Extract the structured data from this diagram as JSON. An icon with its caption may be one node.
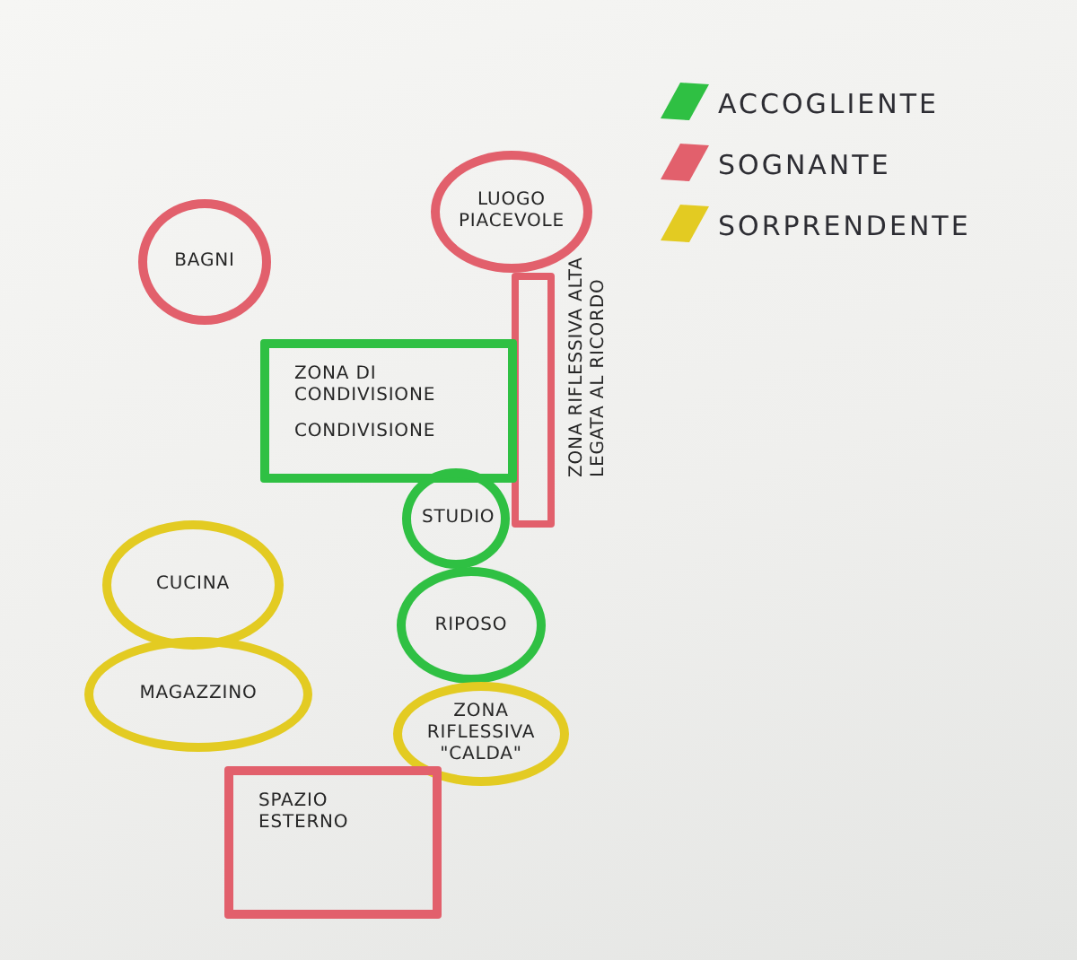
{
  "diagram": {
    "nodes": [
      {
        "text": [
          "LUOGO PIACEVOLE"
        ]
      },
      {
        "text": [
          "BAGNI"
        ]
      },
      {
        "text": [
          "ZONA RIFLESSIVA ALTA LEGATA AL RICORDO"
        ]
      },
      {
        "text": [
          "ZONA DI CONDIVISIONE",
          "CONDIVISIONE"
        ]
      },
      {
        "text": [
          "STUDIO"
        ]
      },
      {
        "text": [
          "CUCINA"
        ]
      },
      {
        "text": [
          "RIPOSO"
        ]
      },
      {
        "text": [
          "MAGAZZINO"
        ]
      },
      {
        "text": [
          "ZONA RIFLESSIVA \"CALDA\""
        ]
      },
      {
        "text": [
          "SPAZIO ESTERNO"
        ]
      }
    ],
    "legend": [
      {
        "text": "ACCOGLIENTE",
        "color": "#2fc043"
      },
      {
        "text": "SOGNANTE",
        "color": "#e2606c"
      },
      {
        "text": "SORPRENDENTE",
        "color": "#e3cb22"
      }
    ]
  }
}
